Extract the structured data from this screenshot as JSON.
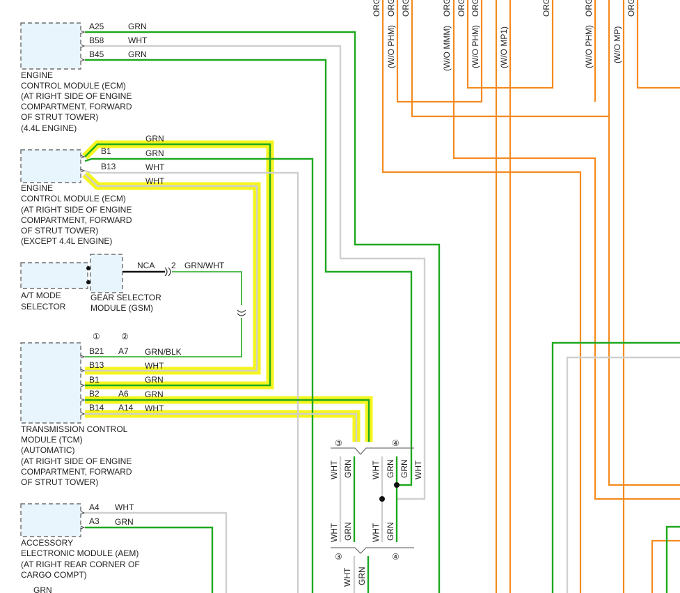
{
  "components": {
    "ecm1": {
      "label_lines": [
        "ENGINE",
        "CONTROL MODULE (ECM)",
        "(AT RIGHT SIDE OF ENGINE",
        "COMPARTMENT, FORWARD",
        "OF STRUT TOWER)",
        "(4.4L ENGINE)"
      ],
      "pins": [
        {
          "pin": "A25",
          "wire": "GRN"
        },
        {
          "pin": "B58",
          "wire": "WHT"
        },
        {
          "pin": "B45",
          "wire": "GRN"
        }
      ]
    },
    "ecm2": {
      "label_lines": [
        "ENGINE",
        "CONTROL MODULE (ECM)",
        "(AT RIGHT SIDE OF ENGINE",
        "COMPARTMENT, FORWARD",
        "OF STRUT TOWER)",
        "(EXCEPT 4.4L ENGINE)"
      ],
      "pins": [
        {
          "pin": "",
          "wire": "GRN"
        },
        {
          "pin": "B1",
          "wire": "GRN"
        },
        {
          "pin": "B13",
          "wire": "WHT"
        },
        {
          "pin": "",
          "wire": "WHT"
        }
      ]
    },
    "atms": {
      "label_lines": [
        "A/T MODE",
        "SELECTOR"
      ]
    },
    "gsm": {
      "label_lines": [
        "GEAR SELECTOR",
        "MODULE (GSM)"
      ],
      "wire_label": "NCA",
      "pin": "2",
      "out_wire": "GRN/WHT"
    },
    "tcm": {
      "variants": [
        "①",
        "②"
      ],
      "label_lines": [
        "TRANSMISSION CONTROL",
        "MODULE (TCM)",
        "(AUTOMATIC)",
        "(AT RIGHT SIDE OF ENGINE",
        "COMPARTMENT, FORWARD",
        "OF STRUT TOWER)"
      ],
      "pins": [
        {
          "pin1": "B21",
          "pin2": "A7",
          "wire": "GRN/BLK"
        },
        {
          "pin1": "B13",
          "pin2": "",
          "wire": "WHT"
        },
        {
          "pin1": "B1",
          "pin2": "",
          "wire": "GRN"
        },
        {
          "pin1": "B2",
          "pin2": "A6",
          "wire": "GRN"
        },
        {
          "pin1": "B14",
          "pin2": "A14",
          "wire": "WHT"
        }
      ]
    },
    "aem": {
      "label_lines": [
        "ACCESSORY",
        "ELECTRONIC MODULE (AEM)",
        "(AT RIGHT REAR CORNER OF",
        "CARGO COMPT)"
      ],
      "pins": [
        {
          "pin": "A4",
          "wire": "WHT"
        },
        {
          "pin": "A3",
          "wire": "GRN"
        }
      ],
      "bottom_wire": "GRN"
    }
  },
  "splices": {
    "upper": {
      "left_num": "③",
      "right_num": "④",
      "wires": [
        "WHT",
        "GRN",
        "WHT",
        "GRN",
        "GRN",
        "WHT"
      ]
    },
    "lower": {
      "left_num": "③",
      "right_num": "④",
      "wires": [
        "WHT",
        "GRN",
        "WHT",
        "GRN"
      ]
    },
    "bottom": {
      "wires": [
        "WHT",
        "GRN"
      ]
    }
  },
  "top_wires": [
    "ORG",
    "(W/O PHM)",
    "ORG",
    "ORG",
    "(W/O MMM)",
    "ORG",
    "(W/O PHM)",
    "ORG",
    "(W/O MP1)",
    "ORG",
    "ORG",
    "(W/O PHM)",
    "ORG",
    "(W/O MP)",
    "ORG"
  ],
  "colors": {
    "grn": "#1ea81e",
    "wht": "#cfcfcf",
    "org": "#f58a1e",
    "highlight": "#f5f51e",
    "module_fill": "#e8f5fd"
  }
}
